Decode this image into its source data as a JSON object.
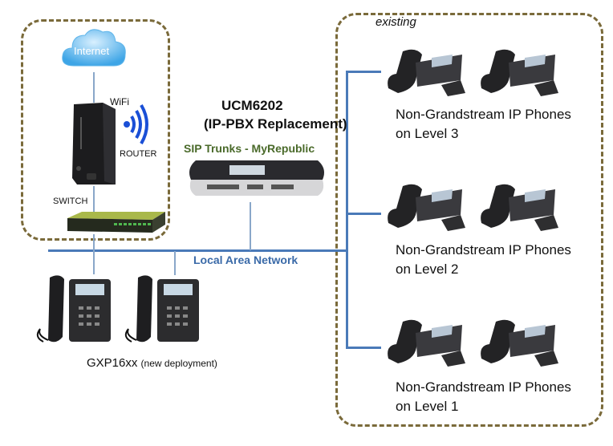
{
  "internet_label": "Internet",
  "wifi_label": "WiFi",
  "router_label": "ROUTER",
  "switch_label": "SWITCH",
  "pbx": {
    "title": "UCM6202",
    "subtitle": "(IP-PBX Replacement)",
    "trunk_label": "SIP Trunks - MyRepublic"
  },
  "lan_label": "Local Area Network",
  "gxp": {
    "model": "GXP16xx",
    "note": "(new deployment)"
  },
  "existing_label": "existing",
  "levels": [
    {
      "line1": "Non-Grandstream IP Phones",
      "line2": "on Level 3"
    },
    {
      "line1": "Non-Grandstream IP Phones",
      "line2": "on Level 2"
    },
    {
      "line1": "Non-Grandstream IP Phones",
      "line2": "on Level 1"
    }
  ],
  "colors": {
    "network_line": "#4a7ab8",
    "group_border": "#7a6a3a",
    "trunk_text": "#4a6a2a",
    "lan_text": "#3a6aa8"
  }
}
